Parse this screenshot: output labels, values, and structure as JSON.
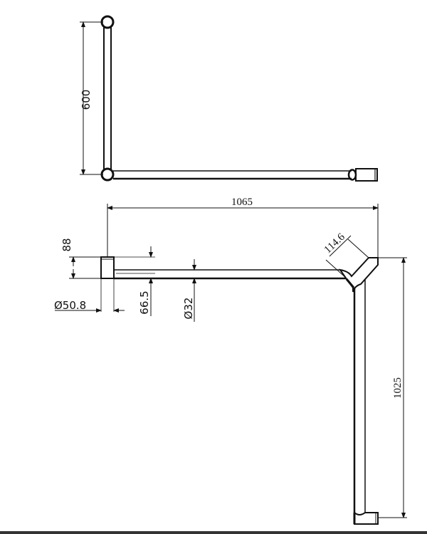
{
  "drawing": {
    "title": "L-shaped grab rail technical drawing",
    "top_view": {
      "height_label": "600"
    },
    "front_view": {
      "width_label": "1065",
      "flange_height_label": "88",
      "flange_diameter_label": "Ø50.8",
      "offset_label": "66.5",
      "tube_diameter_label": "Ø32",
      "elbow_label": "114.6",
      "vertical_height_label": "1025"
    },
    "colors": {
      "line": "#111111",
      "background": "#ffffff"
    }
  }
}
